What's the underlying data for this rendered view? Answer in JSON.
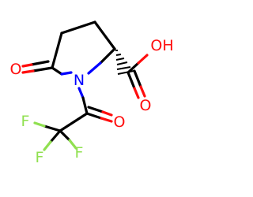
{
  "molecule": {
    "atoms": [
      {
        "id": "O1",
        "label": "O",
        "element": "oxygen",
        "color": "#ff0d0d"
      },
      {
        "id": "N",
        "label": "N",
        "element": "nitrogen",
        "color": "#0000ff"
      },
      {
        "id": "OH",
        "label": "OH",
        "element": "oxygen",
        "color": "#ff0d0d"
      },
      {
        "id": "O2",
        "label": "O",
        "element": "oxygen",
        "color": "#ff0d0d"
      },
      {
        "id": "O3",
        "label": "O",
        "element": "oxygen",
        "color": "#ff0d0d"
      },
      {
        "id": "F1",
        "label": "F",
        "element": "fluorine",
        "color": "#90e050"
      },
      {
        "id": "F2",
        "label": "F",
        "element": "fluorine",
        "color": "#90e050"
      },
      {
        "id": "F3",
        "label": "F",
        "element": "fluorine",
        "color": "#90e050"
      }
    ],
    "bond_color": "#000000",
    "stereo_wedge": "hashed"
  }
}
